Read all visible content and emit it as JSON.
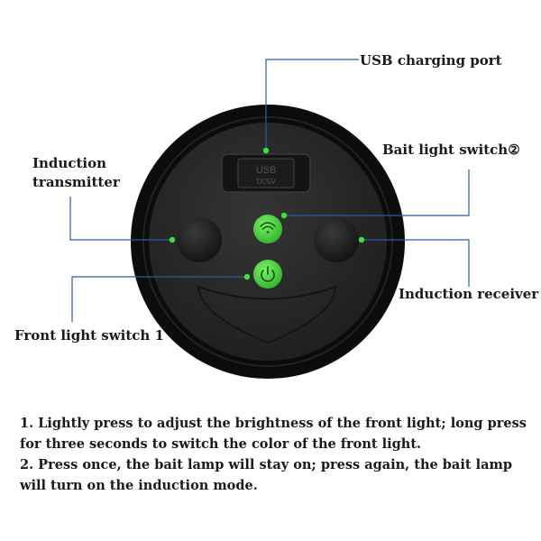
{
  "labels": {
    "usb_port": "USB charging port",
    "bait_switch": "Bait light switch②",
    "induction_transmitter_line1": "Induction",
    "induction_transmitter_line2": "transmitter",
    "induction_receiver": "Induction receiver",
    "front_switch": "Front light switch 1"
  },
  "device": {
    "usb_port_text_line1": "USB",
    "usb_port_text_line2": "DC5V",
    "colors": {
      "outer_ring": "#0c0c0c",
      "face": "#2a2a2a",
      "button_green": "#3fd13a",
      "callout_line": "#2b5c9e",
      "callout_dot": "#3ee03a"
    },
    "icons": [
      "wifi-icon",
      "power-icon"
    ]
  },
  "notes": [
    "1. Lightly press to adjust the brightness of the front light; long press for three seconds to switch the color of the front light.",
    "2. Press once, the bait lamp will stay on; press again, the bait lamp will turn on the induction mode."
  ]
}
